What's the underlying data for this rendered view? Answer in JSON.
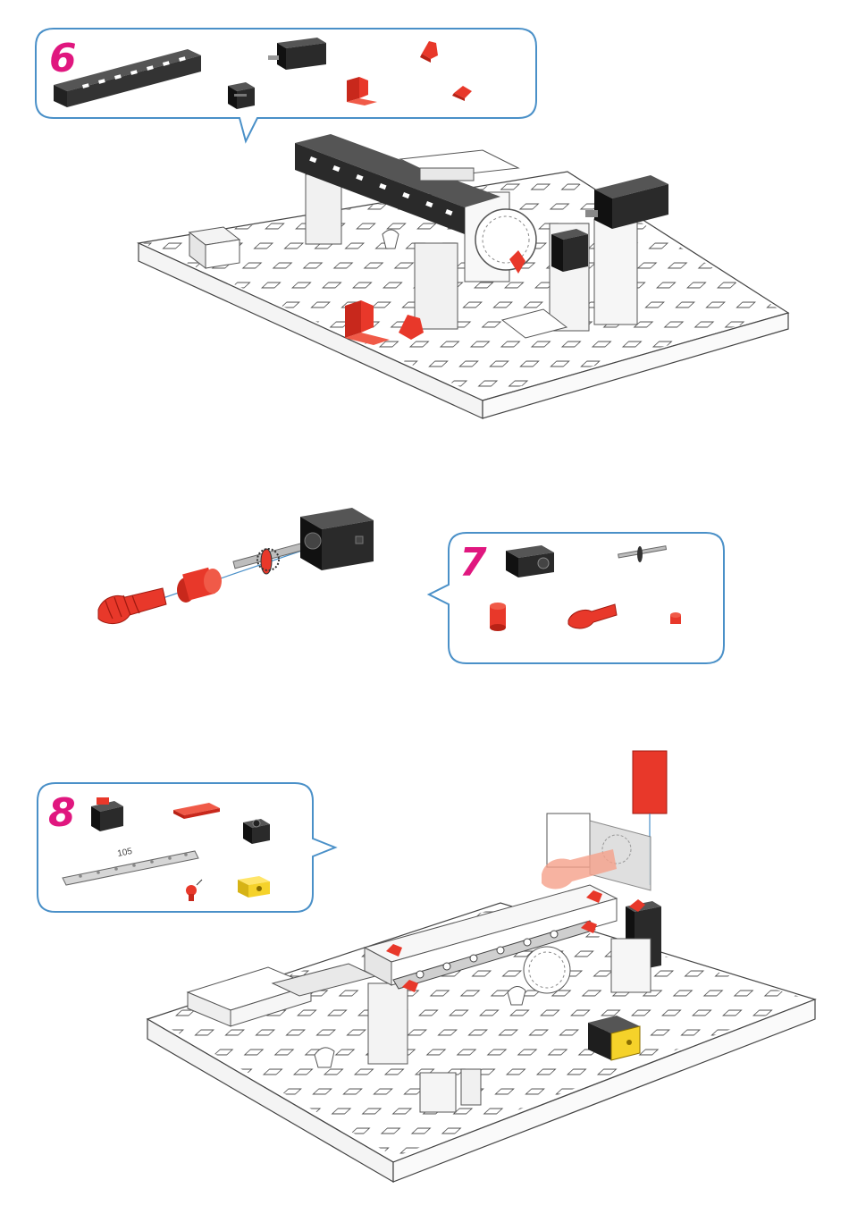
{
  "steps": [
    {
      "number": "6",
      "parts": [
        "black-building-block-15-holes",
        "black-motor",
        "black-building-block-5",
        "red-angle-block",
        "red-flat-clip",
        "red-small-clip"
      ]
    },
    {
      "number": "7",
      "parts": [
        "black-gear-box",
        "steel-axle-with-gear",
        "red-collet-nut",
        "red-worm-screw",
        "red-small-bushing"
      ]
    },
    {
      "number": "8",
      "parts": [
        "black-switch",
        "red-flat-plate",
        "black-building-block",
        "gray-strut",
        "red-pin",
        "yellow-building-block"
      ],
      "strut_label": "105"
    }
  ],
  "colors": {
    "callout_border": "#4a90c8",
    "step_number": "#e0177f",
    "part_red": "#e8382a",
    "part_black": "#2a2a2a",
    "part_gray": "#cfcfcf",
    "part_yellow": "#f5d22a",
    "plate_white": "#ffffff"
  }
}
